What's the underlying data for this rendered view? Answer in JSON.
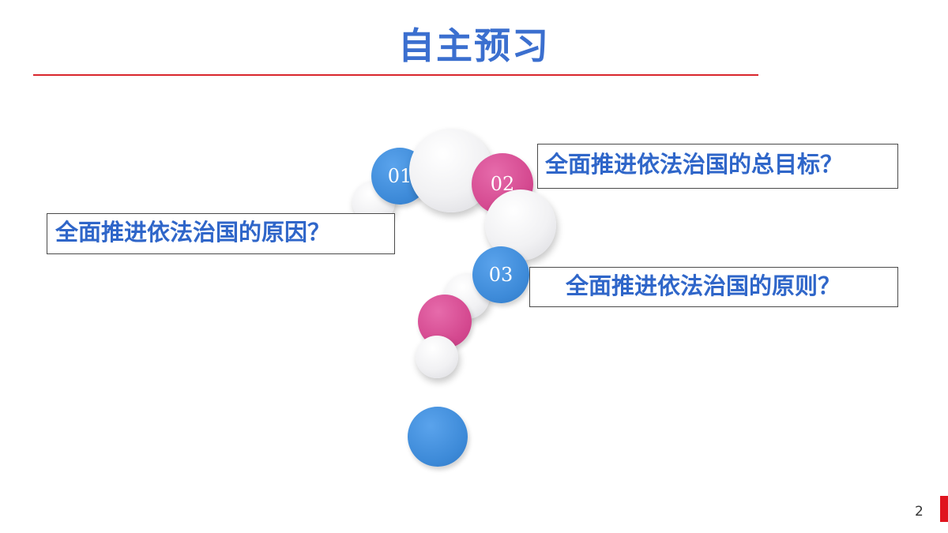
{
  "slide": {
    "title": "自主预习",
    "page_number": "2"
  },
  "questions": {
    "reason": "全面推进依法治国的原因？",
    "goal": "全面推进依法治国的总目标？",
    "principle": "全面推进依法治国的原则？"
  },
  "badges": {
    "b1": "01",
    "b2": "02",
    "b3": "03"
  },
  "colors": {
    "title": "#3b6fcf",
    "rule": "#d9262c",
    "question_text": "#2f66c9",
    "circle_blue": "#3d8ad8",
    "circle_pink": "#d4488f",
    "circle_white": "#f1f1f3",
    "corner_mark": "#e0141e"
  }
}
